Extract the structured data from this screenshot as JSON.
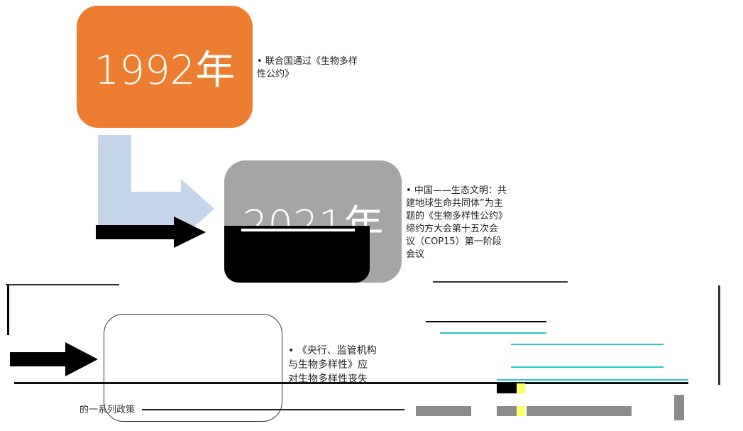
{
  "timeline": {
    "milestones": [
      {
        "year": "1992年",
        "color": "#ed7d31",
        "text": "联合国通过《生物多样\n性公约》"
      },
      {
        "year": "2021年",
        "color": "#a5a5a5",
        "text": "中国——生态文明：共\n建地球生命共同体”为主\n题的《生物多样性公约》\n缔约方大会第十五次会\n议（COP15）第一阶段\n会议"
      },
      {
        "year": "",
        "color": "#ffffff",
        "text": "《央行、监管机构\n与生物多样性》应\n对生物多样性丧失"
      }
    ],
    "footer_fragment": "的一系列政策"
  },
  "colors": {
    "connector": "#c5d5ea",
    "dark_arrow": "#000000"
  }
}
